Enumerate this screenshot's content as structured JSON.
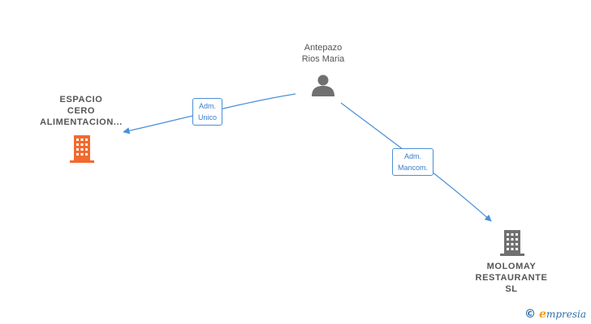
{
  "nodes": {
    "person": {
      "line1": "Antepazo",
      "line2": "Rios Maria",
      "icon": "person-icon",
      "color": "#707070"
    },
    "company_left": {
      "line1": "ESPACIO",
      "line2": "CERO",
      "line3": "ALIMENTACION...",
      "icon": "building-icon",
      "color": "#f26a2e"
    },
    "company_right": {
      "line1": "MOLOMAY",
      "line2": "RESTAURANTE",
      "line3": "SL",
      "icon": "building-icon",
      "color": "#707070"
    }
  },
  "edges": {
    "left": {
      "line1": "Adm.",
      "line2": "Unico"
    },
    "right": {
      "line1": "Adm.",
      "line2": "Mancom."
    },
    "color": "#4a8fd9"
  },
  "footer": {
    "copyright": "©",
    "brand_initial": "e",
    "brand_rest": "mpresia"
  }
}
